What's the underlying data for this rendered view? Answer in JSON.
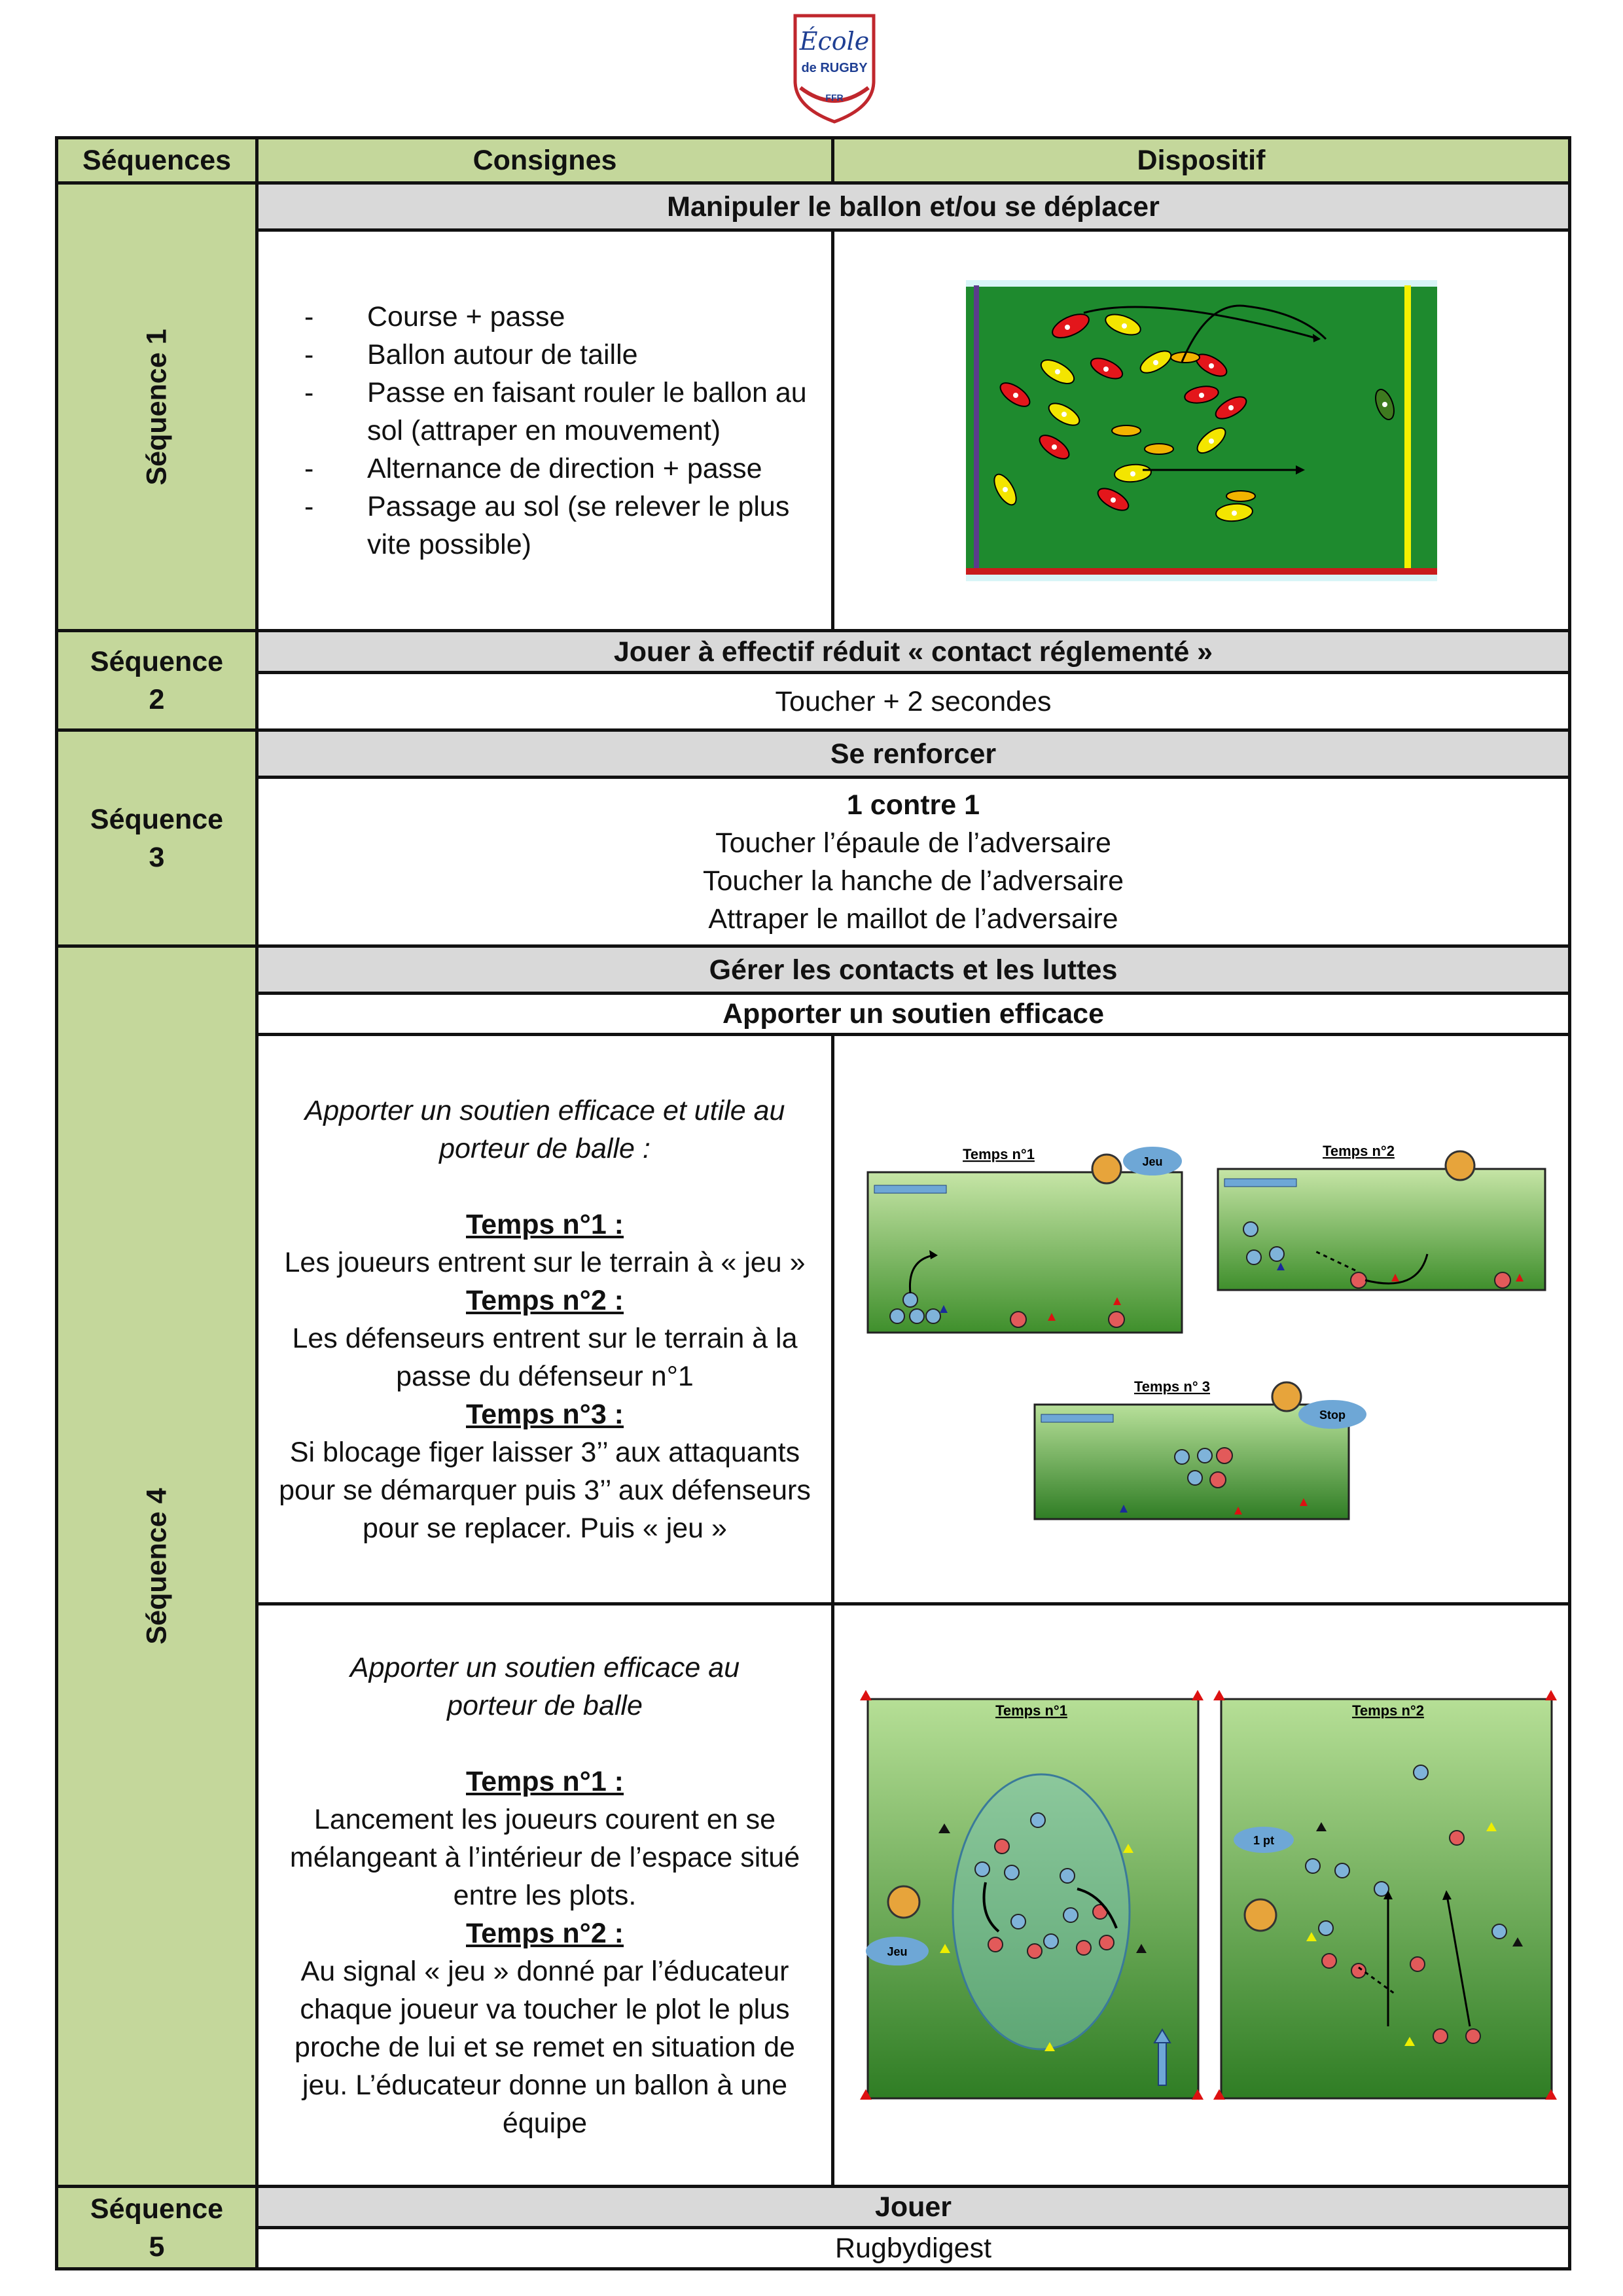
{
  "logo": {
    "line1": "École",
    "line2": "de RUGBY",
    "line3": "FFR"
  },
  "headers": {
    "col1": "Séquences",
    "col2": "Consignes",
    "col3": "Dispositif"
  },
  "seq1": {
    "label": "Séquence 1",
    "title": "Manipuler le ballon et/ou se déplacer",
    "items": [
      "Course + passe",
      "Ballon autour de taille",
      "Passe en faisant rouler le ballon au sol (attraper en mouvement)",
      "Alternance de direction + passe",
      "Passage au sol (se relever le plus vite possible)"
    ]
  },
  "seq2": {
    "label_a": "Séquence",
    "label_b": "2",
    "title": "Jouer à effectif réduit « contact réglementé »",
    "text": "Toucher + 2  secondes"
  },
  "seq3": {
    "label_a": "Séquence",
    "label_b": "3",
    "title": "Se renforcer",
    "bold_line": "1 contre 1",
    "lines": [
      "Toucher l’épaule de l’adversaire",
      "Toucher la hanche de l’adversaire",
      "Attraper le maillot de l’adversaire"
    ]
  },
  "seq4": {
    "label": "Séquence 4",
    "title1": "Gérer les contacts et les luttes",
    "title2": "Apporter un soutien efficace",
    "block1": {
      "intro": "Apporter un soutien efficace et utile au porteur de balle :",
      "t1": "Temps n°1 :",
      "t1_text": "Les joueurs entrent sur le terrain à « jeu »",
      "t2": "Temps n°2 :",
      "t2_text": "Les défenseurs entrent sur le terrain à la passe du défenseur n°1",
      "t3": "Temps n°3 :",
      "t3_text": "Si blocage figer laisser 3’’ aux attaquants pour se démarquer puis 3’’ aux défenseurs pour se replacer. Puis « jeu »",
      "fig": {
        "t1": "Temps n°1",
        "t2": "Temps n°2",
        "t3": "Temps n° 3",
        "jeu": "Jeu",
        "stop": "Stop"
      }
    },
    "block2": {
      "intro": "Apporter un soutien efficace au porteur de balle",
      "t1": "Temps n°1 :",
      "t1_text": "Lancement les joueurs courent en se mélangeant à l’intérieur de l’espace situé entre les plots.",
      "t2": "Temps n°2 :",
      "t2_text": "Au signal « jeu » donné par l’éducateur chaque joueur  va toucher le plot le plus proche de lui et se remet en situation de jeu. L’éducateur donne un ballon à une équipe",
      "fig": {
        "t1": "Temps n°1",
        "t2": "Temps n°2",
        "jeu": "Jeu",
        "pt": "1 pt"
      }
    }
  },
  "seq5": {
    "label_a": "Séquence",
    "label_b": "5",
    "title": "Jouer",
    "text": "Rugbydigest"
  },
  "colors": {
    "header_green": "#c4d79b",
    "row_gray": "#d9d9d9",
    "pitch_green": "#1e8a2e",
    "field_green": "#5fae3c"
  }
}
